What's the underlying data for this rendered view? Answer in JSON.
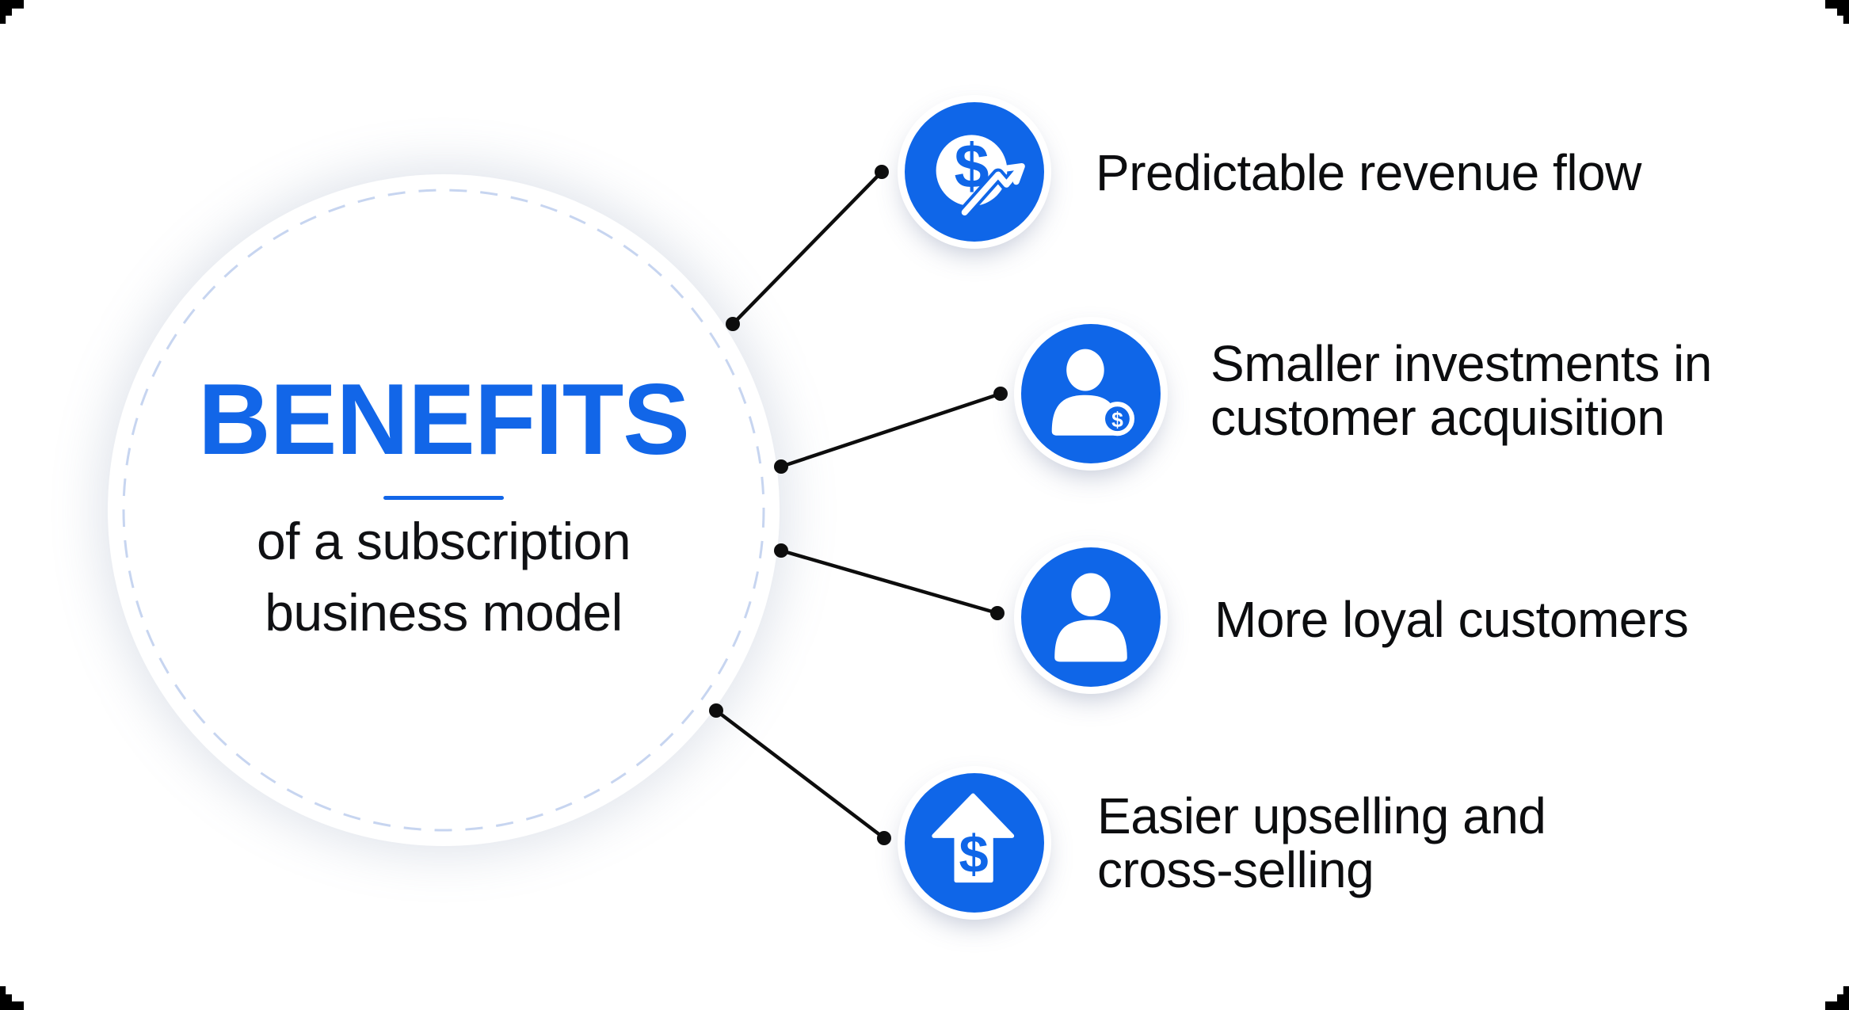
{
  "colors": {
    "accent_blue": "#1266E8",
    "icon_blue": "#0F66E8",
    "dashed_ring": "#C7D5F0",
    "connector": "#0D0D0D",
    "label_text": "#0C0D0F",
    "canvas": "#FFFFFF",
    "outside": "#000000"
  },
  "center_circle": {
    "title": "BENEFITS",
    "subtitle_lines": [
      "of a subscription",
      "business model"
    ]
  },
  "benefits": [
    {
      "icon": "revenue-growth-icon",
      "dollar": "$",
      "lines": [
        "Predictable revenue flow"
      ]
    },
    {
      "icon": "customer-acquisition-icon",
      "dollar": "$",
      "lines": [
        "Smaller investments in",
        "customer acquisition"
      ]
    },
    {
      "icon": "loyal-customers-icon",
      "lines": [
        "More loyal customers"
      ]
    },
    {
      "icon": "upselling-icon",
      "dollar": "$",
      "lines": [
        "Easier upselling and",
        "cross-selling"
      ]
    }
  ]
}
